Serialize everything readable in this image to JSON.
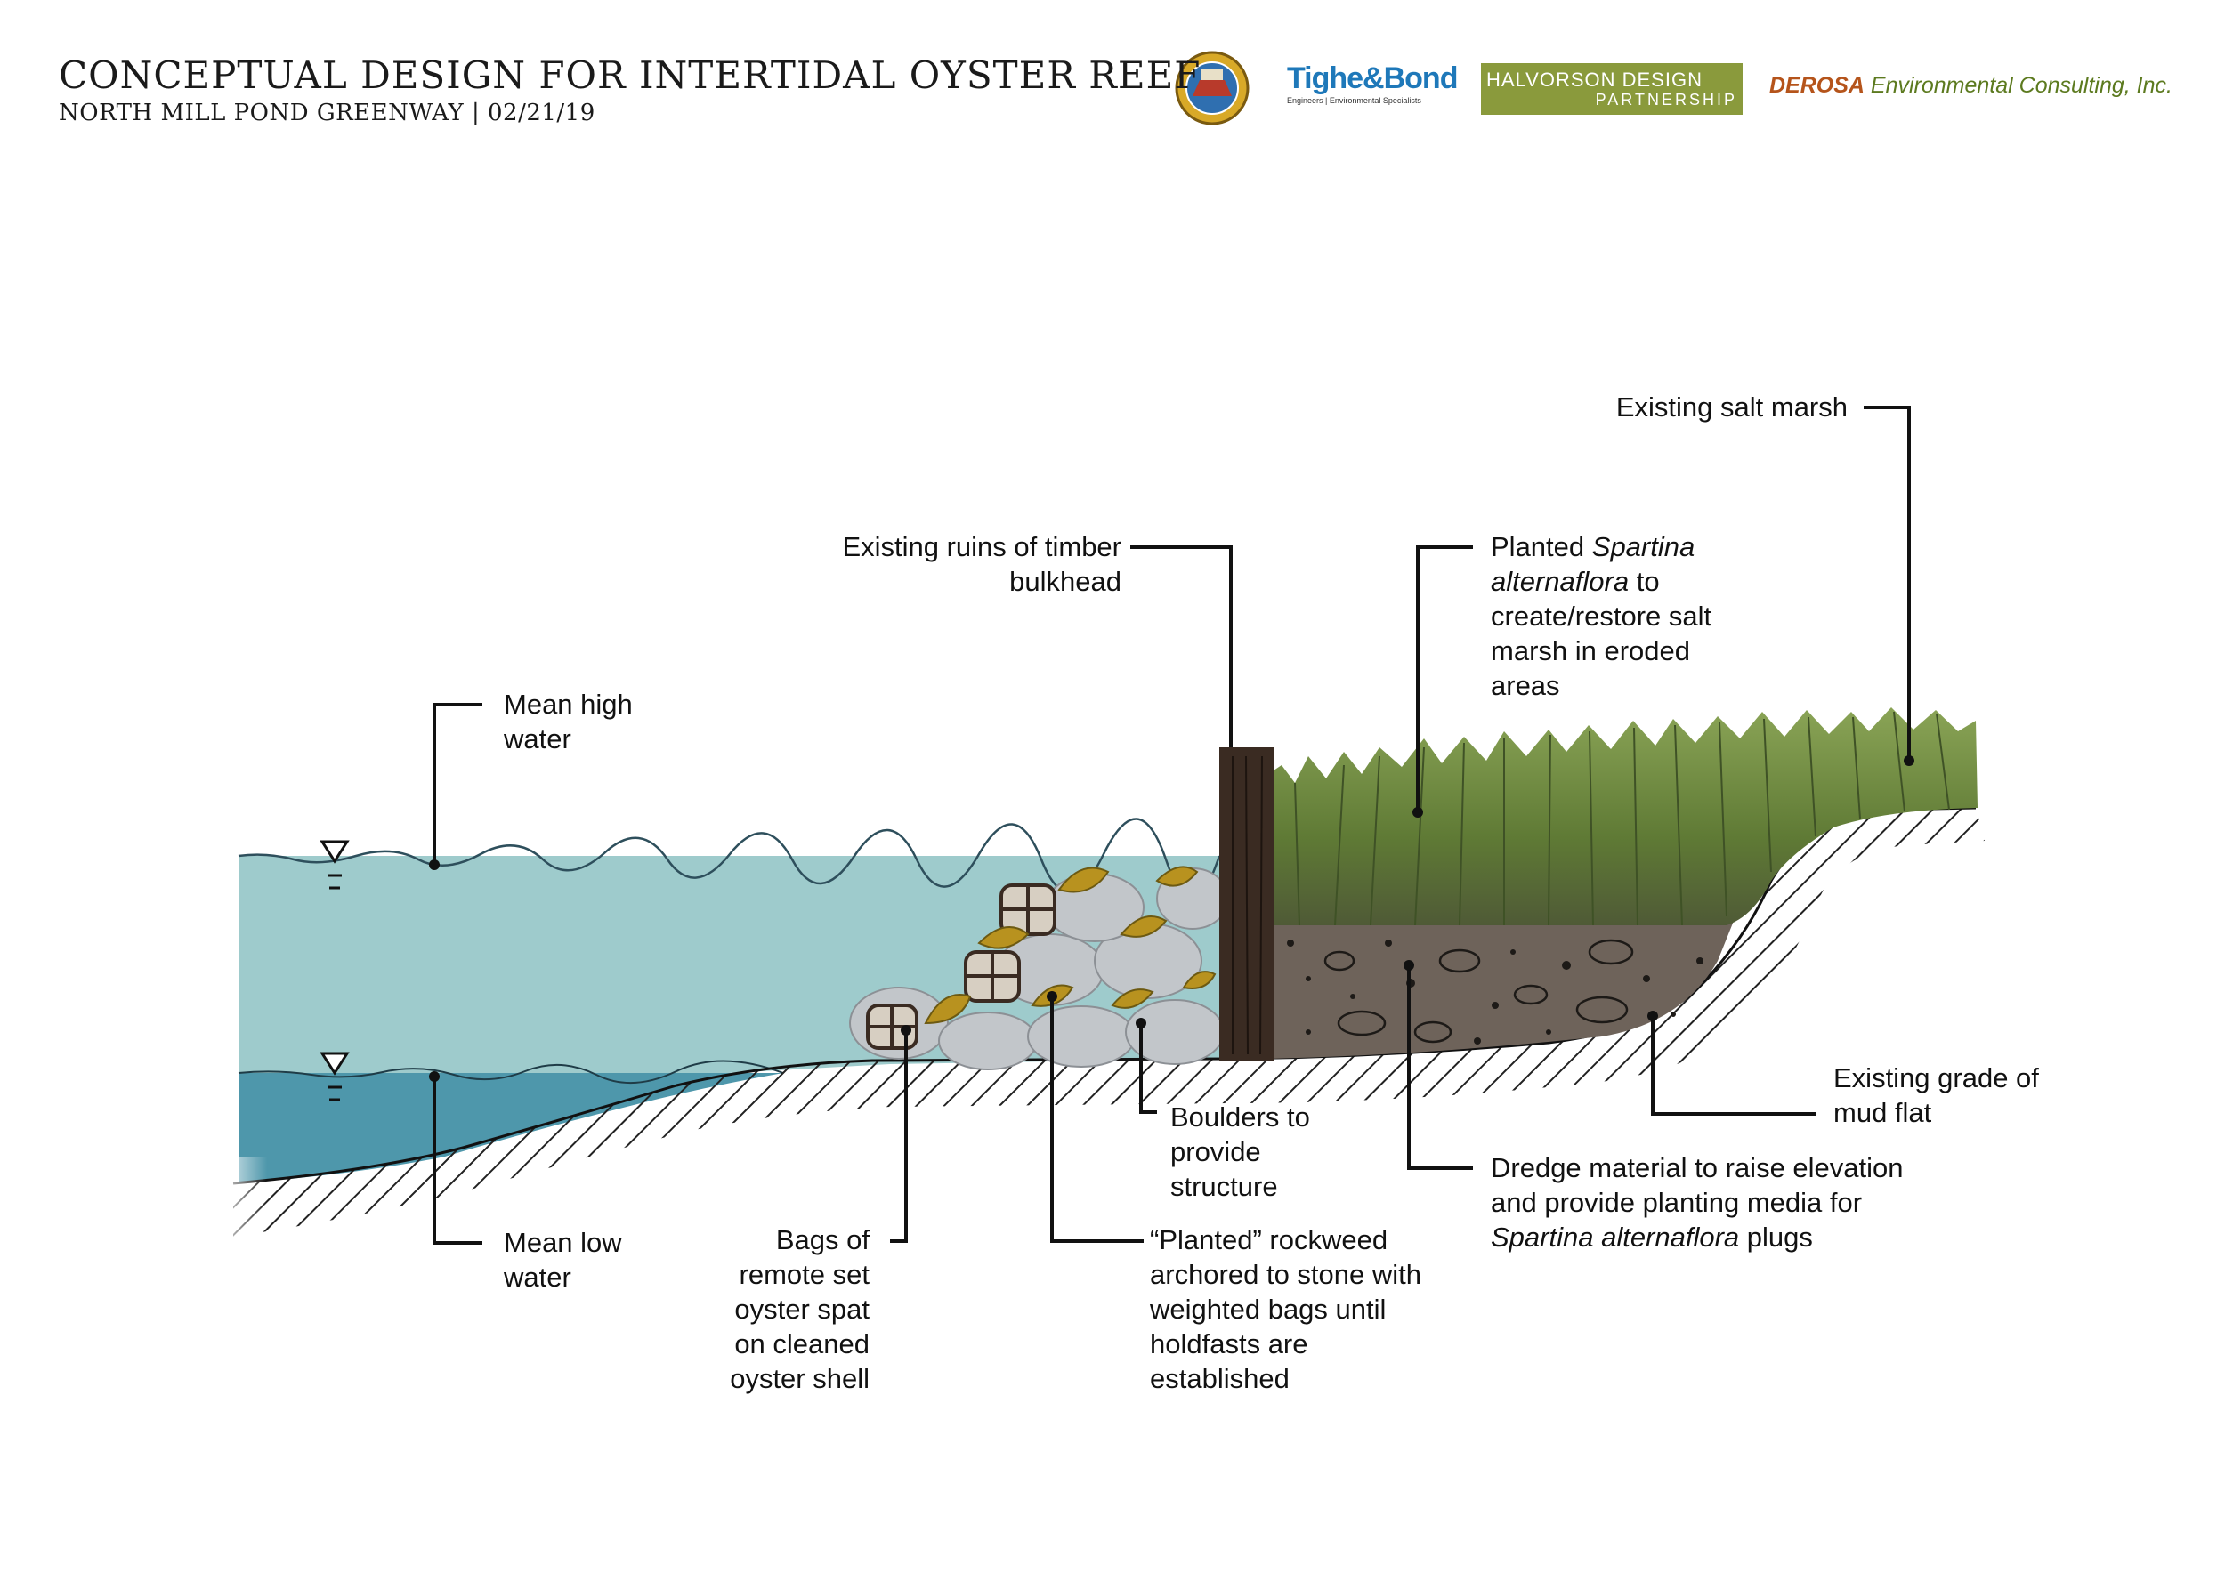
{
  "header": {
    "title": "CONCEPTUAL DESIGN FOR INTERTIDAL OYSTER REEF",
    "subtitle": "NORTH MILL POND GREENWAY | 02/21/19"
  },
  "logos": {
    "seal": "city-seal",
    "tighe_bond": {
      "name": "Tighe&Bond",
      "tagline": "Engineers | Environmental Specialists"
    },
    "halvorson": {
      "line1": "HALVORSON DESIGN",
      "line2": "PARTNERSHIP"
    },
    "derosa": {
      "brand": "DEROSA",
      "rest": " Environmental Consulting, Inc."
    }
  },
  "colors": {
    "water_high": "#9ecbcc",
    "water_low": "#4e97ab",
    "sediment": "#6e635a",
    "marsh_grass": "#6f8a3e",
    "timber": "#3a2b22",
    "boulder": "#bfc3c7",
    "rockweed": "#b8921f"
  },
  "labels": {
    "existing_salt_marsh": [
      "Existing salt marsh"
    ],
    "timber_bulkhead": [
      "Existing ruins of timber",
      "bulkhead"
    ],
    "planted_spartina": {
      "line1_plain": "Planted ",
      "line1_italic": "Spartina",
      "line2_italic": "alternaflora",
      "line2_plain": " to",
      "line3": "create/restore salt",
      "line4": "marsh in eroded",
      "line5": "areas"
    },
    "mean_high_water": [
      "Mean high",
      "water"
    ],
    "mean_low_water": [
      "Mean low",
      "water"
    ],
    "existing_grade": [
      "Existing grade of",
      "mud flat"
    ],
    "dredge_material": {
      "line1": "Dredge material to raise elevation",
      "line2": "and provide planting media for",
      "line3_italic": "Spartina alternaflora",
      "line3_plain": " plugs"
    },
    "boulders": [
      "Boulders to",
      "provide",
      "structure"
    ],
    "rockweed": [
      "“Planted” rockweed",
      "archored to stone with",
      "weighted bags until",
      "holdfasts are",
      "established"
    ],
    "oyster_bags": [
      "Bags of",
      "remote set",
      "oyster spat",
      "on cleaned",
      "oyster shell"
    ]
  }
}
